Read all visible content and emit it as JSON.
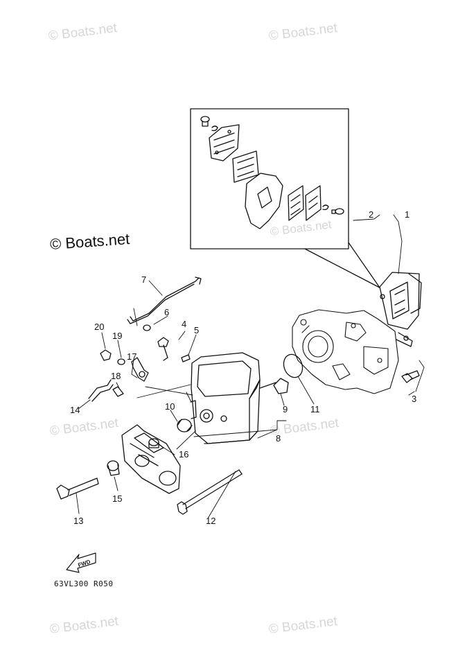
{
  "watermarks": {
    "top_left": "© Boats.net",
    "top_right": "© Boats.net",
    "middle_left": "© Boats.net",
    "inset": "© Boats.net",
    "mid_left_lower": "© Boats.net",
    "mid_right_lower": "© Boats.net",
    "bottom_left": "© Boats.net",
    "bottom_right": "© Boats.net"
  },
  "watermark_main": "© Boats.net",
  "drawing_code": "63VL300 R050",
  "fwd_label": "FWD",
  "callouts": [
    "1",
    "2",
    "3",
    "4",
    "5",
    "6",
    "7",
    "8",
    "9",
    "10",
    "11",
    "12",
    "13",
    "14",
    "15",
    "16",
    "17",
    "18",
    "19",
    "20"
  ]
}
